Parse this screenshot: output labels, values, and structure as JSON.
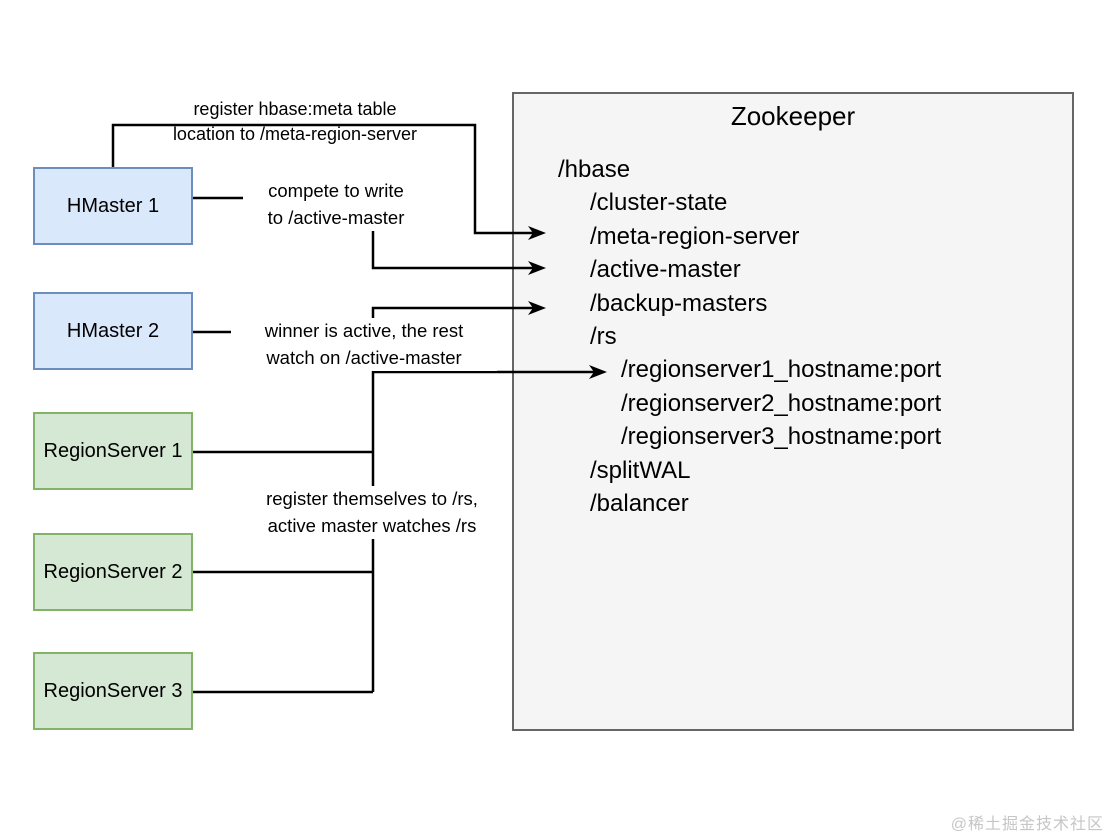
{
  "colors": {
    "master-fill": "#dae8fc",
    "master-border": "#6c8ebf",
    "region-fill": "#d5e8d4",
    "region-border": "#82b366",
    "zk-fill": "#f5f5f5",
    "zk-border": "#666666",
    "line": "#000000",
    "watermark": "#c6c6c6"
  },
  "nodes": {
    "hmaster1": "HMaster 1",
    "hmaster2": "HMaster 2",
    "regionserver1": "RegionServer 1",
    "regionserver2": "RegionServer 2",
    "regionserver3": "RegionServer 3"
  },
  "zookeeper": {
    "title": "Zookeeper",
    "znodes": [
      {
        "path": "/hbase",
        "level": 0
      },
      {
        "path": "/cluster-state",
        "level": 1
      },
      {
        "path": "/meta-region-server",
        "level": 1
      },
      {
        "path": "/active-master",
        "level": 1
      },
      {
        "path": "/backup-masters",
        "level": 1
      },
      {
        "path": "/rs",
        "level": 1
      },
      {
        "path": "/regionserver1_hostname:port",
        "level": 2
      },
      {
        "path": "/regionserver2_hostname:port",
        "level": 2
      },
      {
        "path": "/regionserver3_hostname:port",
        "level": 2
      },
      {
        "path": "/splitWAL",
        "level": 1
      },
      {
        "path": "/balancer",
        "level": 1
      }
    ]
  },
  "labels": {
    "register_meta": [
      "register hbase:meta table",
      "location to /meta-region-server"
    ],
    "compete": [
      "compete to write",
      "to /active-master"
    ],
    "winner": [
      "winner is active, the rest",
      "watch on /active-master"
    ],
    "register_rs": [
      "register themselves to /rs,",
      "active master watches /rs"
    ]
  },
  "watermark": "@稀土掘金技术社区"
}
